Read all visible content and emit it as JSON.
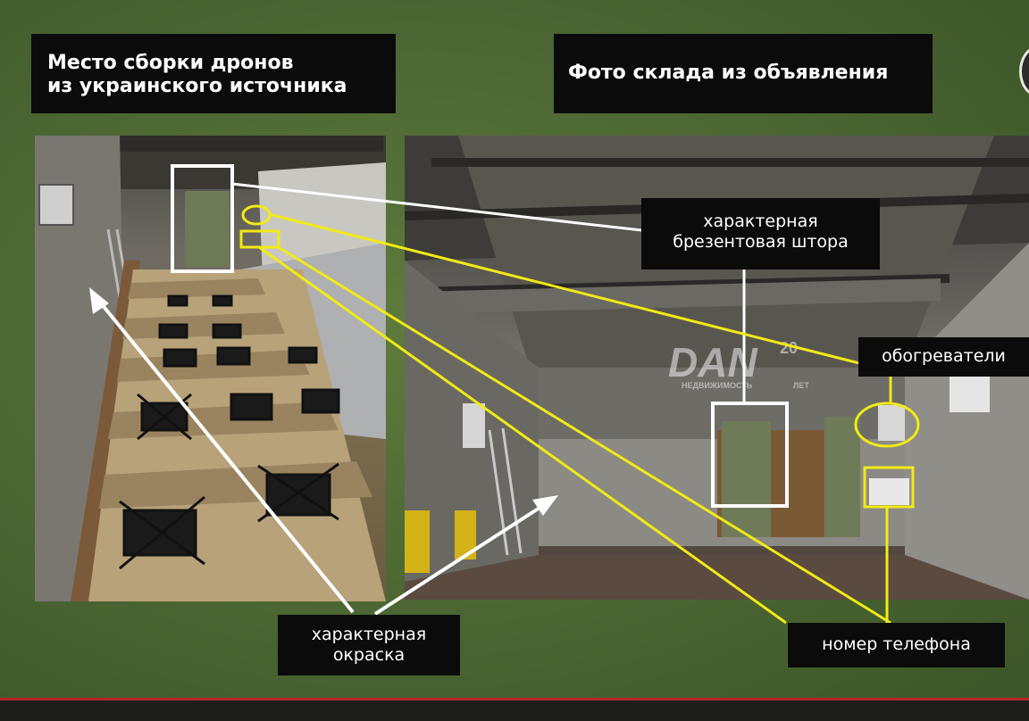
{
  "titles": {
    "left_line1": "Место сборки дронов",
    "left_line2": "из украинского источника",
    "right": "Фото склада из объявления"
  },
  "labels": {
    "shtora_line1": "характерная",
    "shtora_line2": "брезентовая штора",
    "heaters": "обогреватели",
    "paint_line1": "характерная",
    "paint_line2": "окраска",
    "phone": "номер телефона"
  },
  "watermark": {
    "main": "DAN",
    "number": "20",
    "sub_left": "НЕДВИЖИМОСТЬ",
    "sub_right": "ЛЕТ"
  },
  "colors": {
    "background": "#4f6a35",
    "highlight_yellow": "#f2ea16",
    "highlight_white": "#ffffff",
    "accent_red": "#b5262a"
  }
}
